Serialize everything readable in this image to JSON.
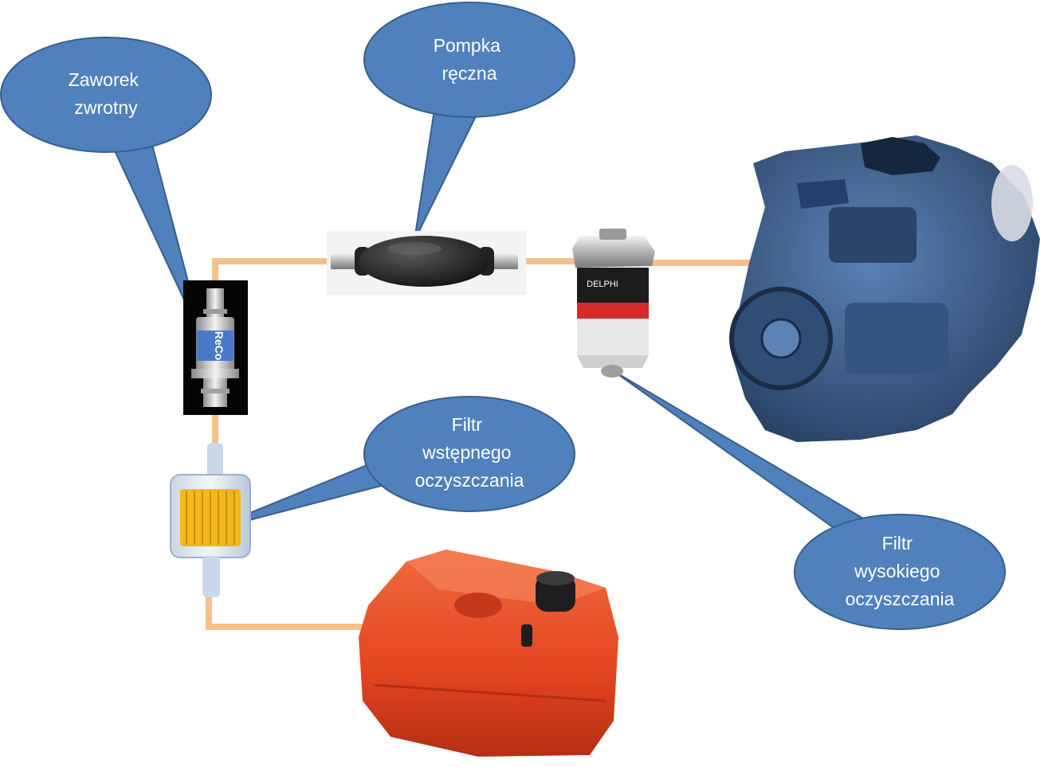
{
  "colors": {
    "pipe": "#f7c08a",
    "callout_fill": "#4f81bd",
    "callout_stroke": "#395e8a",
    "engine": "#3b5f8e",
    "tank": "#e24420"
  },
  "callouts": [
    {
      "id": "check-valve",
      "lines": [
        "Zaworek",
        "zwrotny"
      ]
    },
    {
      "id": "hand-pump",
      "lines": [
        "Pompka",
        "ręczna"
      ]
    },
    {
      "id": "pre-filter",
      "lines": [
        "Filtr",
        "wstępnego",
        "oczyszczania"
      ]
    },
    {
      "id": "fine-filter",
      "lines": [
        "Filtr",
        "wysokiego",
        "oczyszczania"
      ]
    }
  ],
  "components": {
    "check_valve": {
      "icon": "check-valve-icon",
      "brand": "ReCo"
    },
    "hand_pump": {
      "icon": "primer-bulb-icon"
    },
    "fine_filter": {
      "icon": "fuel-filter-icon",
      "brand": "DELPHI"
    },
    "pre_filter": {
      "icon": "inline-filter-icon"
    },
    "fuel_tank": {
      "icon": "fuel-tank-icon"
    },
    "engine": {
      "icon": "diesel-engine-icon"
    }
  }
}
